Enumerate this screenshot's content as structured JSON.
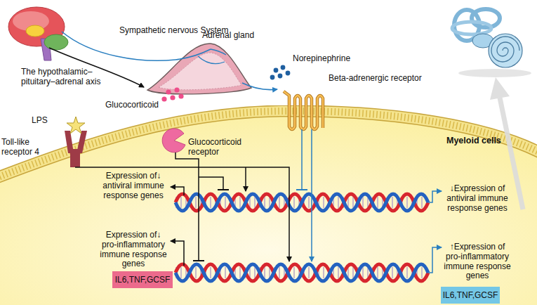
{
  "diagram": {
    "nodes": [
      {
        "text": [
          "Myeloid cells"
        ]
      },
      {
        "text": [
          "IL6,TNF,GCSF"
        ],
        "in": 0
      },
      {
        "text": [
          "IL6,TNF,GCSF"
        ],
        "in": 0
      }
    ],
    "labels": [
      "Sympathetic nervous System",
      "The hypothalamic–pituitary–adrenal axis",
      "Adrenal gland",
      "Glucocorticoid",
      "Norepinephrine",
      "Beta-adrenergic receptor",
      "LPS",
      "Toll-like receptor 4",
      "Glucocorticoid receptor",
      "Expression of↓ antiviral immune response genes",
      "Expression of↓ pro-inflammatory immune response genes",
      "↓Expression of antiviral immune response genes",
      "↑Expression of pro-inflammatory immune response genes"
    ]
  }
}
